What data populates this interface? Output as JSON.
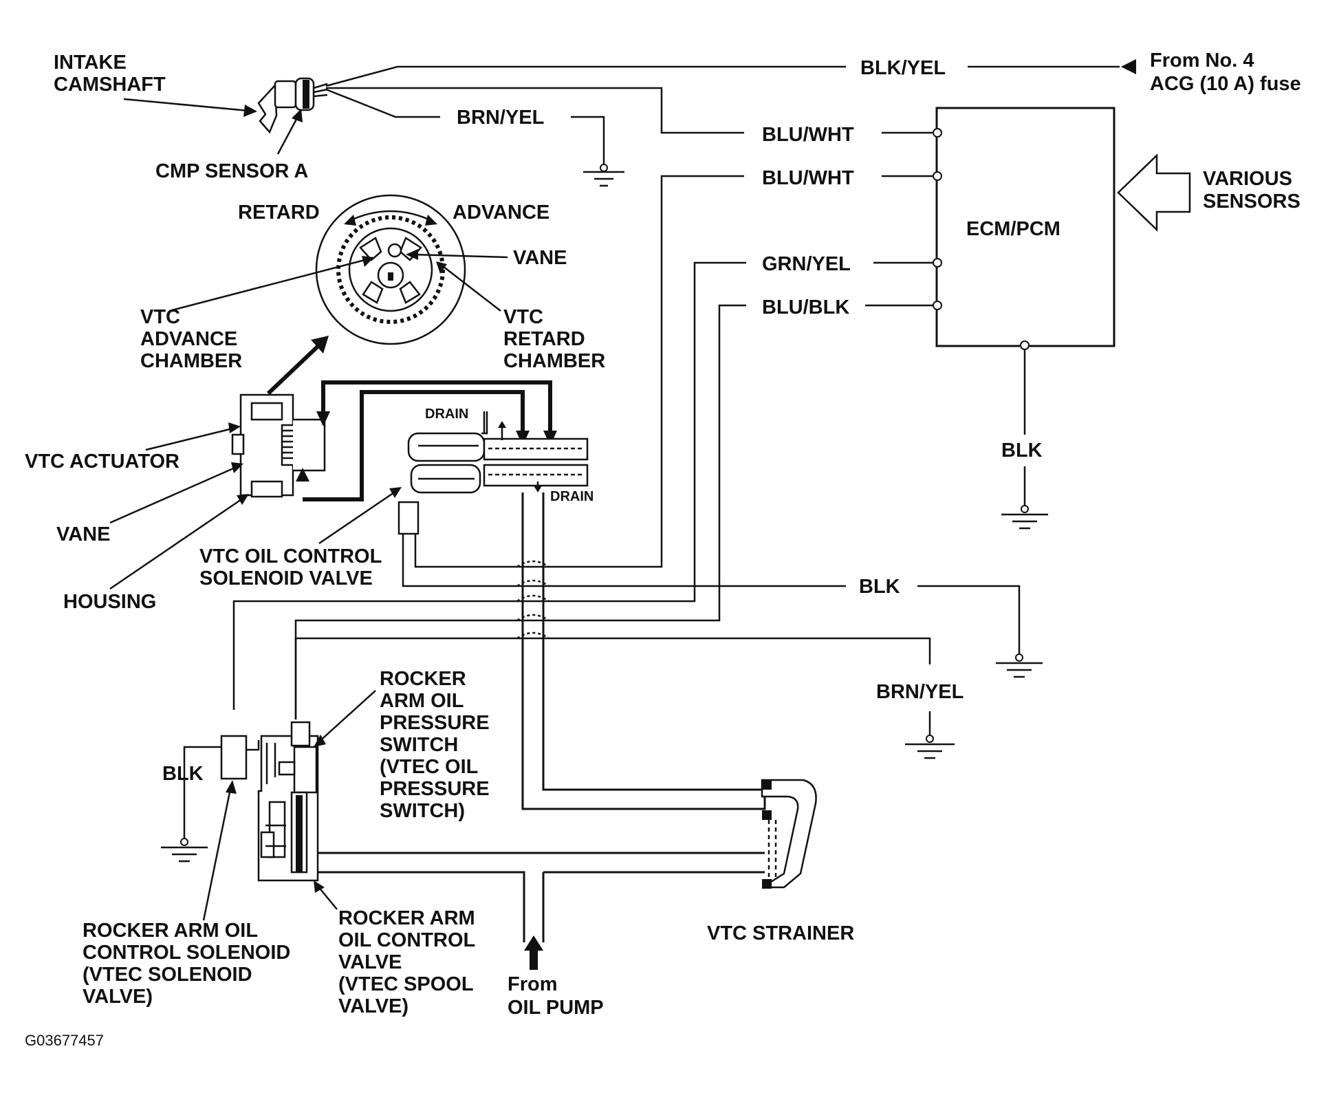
{
  "labels": {
    "intake_camshaft": [
      "INTAKE",
      "CAMSHAFT"
    ],
    "cmp_sensor": "CMP SENSOR A",
    "retard": "RETARD",
    "advance": "ADVANCE",
    "vane_top": "VANE",
    "vtc_advance_chamber": [
      "VTC",
      "ADVANCE",
      "CHAMBER"
    ],
    "vtc_retard_chamber": [
      "VTC",
      "RETARD",
      "CHAMBER"
    ],
    "drain_1": "DRAIN",
    "drain_2": "DRAIN",
    "vtc_actuator": "VTC ACTUATOR",
    "vane_bottom": "VANE",
    "housing": "HOUSING",
    "vtc_solenoid": [
      "VTC OIL CONTROL",
      "SOLENOID VALVE"
    ],
    "rocker_switch": [
      "ROCKER",
      "ARM OIL",
      "PRESSURE",
      "SWITCH",
      "(VTEC OIL",
      " PRESSURE",
      "SWITCH)"
    ],
    "blk_left": "BLK",
    "rocker_solenoid": [
      "ROCKER ARM OIL",
      "CONTROL SOLENOID",
      "(VTEC SOLENOID",
      "VALVE)"
    ],
    "rocker_valve": [
      "ROCKER ARM",
      "OIL CONTROL",
      "VALVE",
      "(VTEC SPOOL",
      "VALVE)"
    ],
    "from_oil_pump": [
      "From",
      "OIL PUMP"
    ],
    "vtc_strainer": "VTC STRAINER",
    "figure_id": "G03677457"
  },
  "wires": {
    "blk_yel": "BLK/YEL",
    "brn_yel_top": "BRN/YEL",
    "blu_wht_1": "BLU/WHT",
    "blu_wht_2": "BLU/WHT",
    "grn_yel": "GRN/YEL",
    "blu_blk": "BLU/BLK",
    "blk_ecm": "BLK",
    "blk_mid": "BLK",
    "brn_yel_bottom": "BRN/YEL"
  },
  "fuse": [
    "From No. 4",
    "ACG (10 A) fuse"
  ],
  "ecm": {
    "label": "ECM/PCM",
    "inputs": [
      "VARIOUS",
      "SENSORS"
    ]
  }
}
